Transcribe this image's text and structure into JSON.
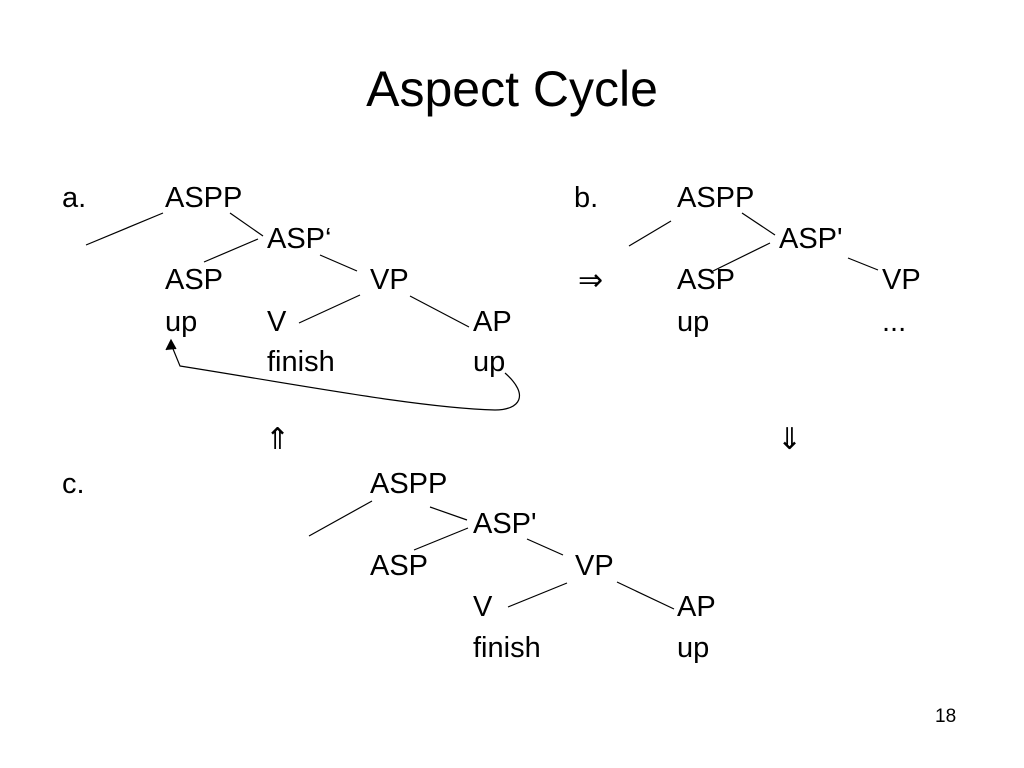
{
  "slide": {
    "title": "Aspect Cycle",
    "page_number": "18"
  },
  "tree_a": {
    "marker": "a.",
    "aspp": "ASPP",
    "asp_bar": "ASP‘",
    "asp": "ASP",
    "vp": "VP",
    "asp_head": "up",
    "v": "V",
    "ap": "AP",
    "verb": "finish",
    "particle": "up"
  },
  "tree_b": {
    "marker": "b.",
    "aspp": "ASPP",
    "asp_bar": "ASP'",
    "asp": "ASP",
    "vp": "VP",
    "asp_head": "up",
    "vp_content": "..."
  },
  "tree_c": {
    "marker": "c.",
    "aspp": "ASPP",
    "asp_bar": "ASP'",
    "asp": "ASP",
    "vp": "VP",
    "v": "V",
    "ap": "AP",
    "verb": "finish",
    "particle": "up"
  },
  "transitions": {
    "a_to_b": "⇒",
    "b_to_c": "⇓",
    "c_to_a": "⇑"
  }
}
